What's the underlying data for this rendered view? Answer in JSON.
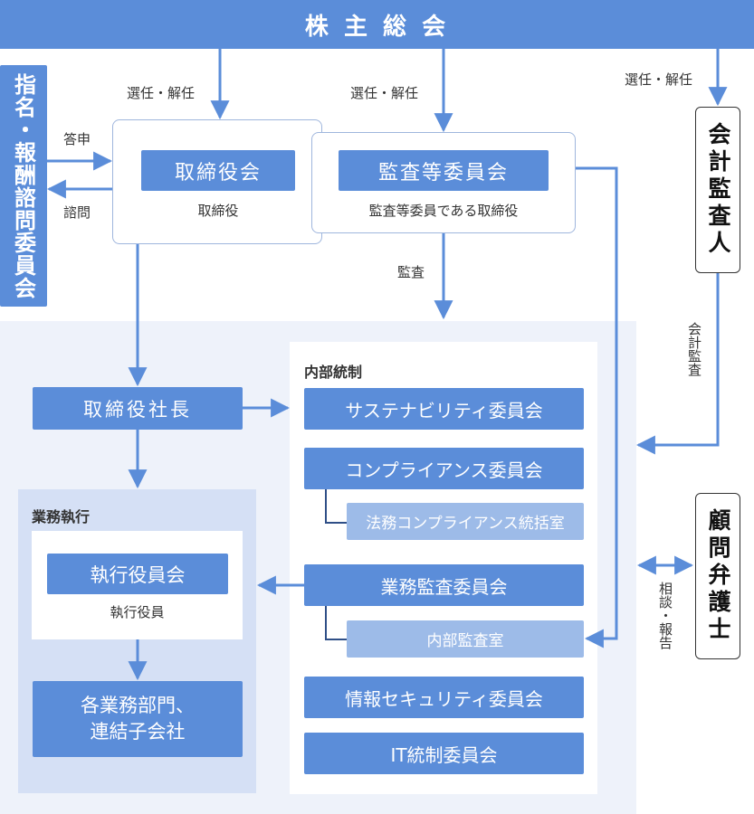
{
  "header": {
    "title": "株 主 総 会"
  },
  "nomination_committee": {
    "label": "指名・報酬諮問委員会"
  },
  "board": {
    "title": "取締役会",
    "sub": "取締役"
  },
  "audit_committee": {
    "title": "監査等委員会",
    "sub": "監査等委員である取締役"
  },
  "accounting_auditor": {
    "label": "会計監査人"
  },
  "lawyer": {
    "label": "顧問弁護士"
  },
  "president": {
    "label": "取締役社長"
  },
  "internal_control": {
    "heading": "内部統制",
    "committees": {
      "sustainability": "サステナビリティ委員会",
      "compliance": "コンプライアンス委員会",
      "legal_office": "法務コンプライアンス統括室",
      "business_audit": "業務監査委員会",
      "internal_audit_office": "内部監査室",
      "infosec": "情報セキュリティ委員会",
      "it_control": "IT統制委員会"
    }
  },
  "execution": {
    "heading": "業務執行",
    "exec_committee": {
      "title": "執行役員会",
      "sub": "執行役員"
    },
    "departments": {
      "line1": "各業務部門、",
      "line2": "連結子会社"
    }
  },
  "edge_labels": {
    "elect1": "選任・解任",
    "elect2": "選任・解任",
    "elect3": "選任・解任",
    "report": "答申",
    "consult": "諮問",
    "audit": "監査",
    "accounting_audit": "会計監査",
    "consult_report": "相談・報告"
  },
  "colors": {
    "primary": "#5b8dd9",
    "light": "#9dbbe8",
    "background_region": "#eef2fa",
    "execution_region": "#d5e0f5",
    "border": "#9fb6dd"
  }
}
